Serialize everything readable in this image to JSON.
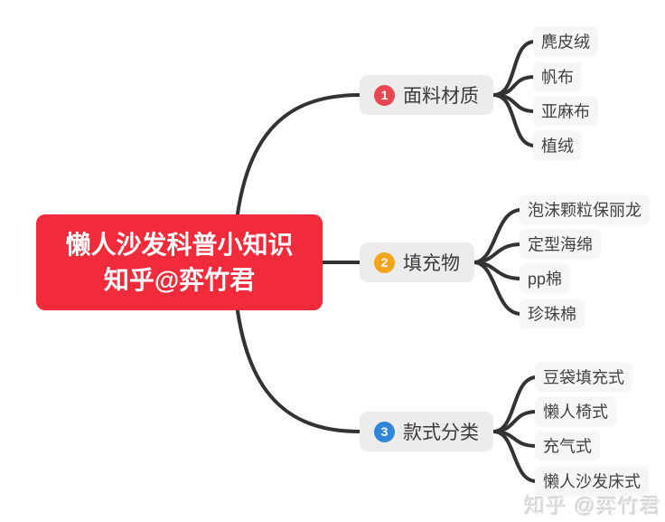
{
  "center_node": {
    "line1": "懒人沙发科普小知识",
    "line2": "知乎@弈竹君"
  },
  "branches": [
    {
      "badge": "1",
      "badge_color": "#E9464F",
      "label": "面料材质",
      "children": [
        "麂皮绒",
        "帆布",
        "亚麻布",
        "植绒"
      ]
    },
    {
      "badge": "2",
      "badge_color": "#F5A41D",
      "label": "填充物",
      "children": [
        "泡沫颗粒保丽龙",
        "定型海绵",
        "pp棉",
        "珍珠棉"
      ]
    },
    {
      "badge": "3",
      "badge_color": "#2F87DC",
      "label": "款式分类",
      "children": [
        "豆袋填充式",
        "懒人椅式",
        "充气式",
        "懒人沙发床式"
      ]
    }
  ],
  "watermark": {
    "text": "知乎 @弈竹君"
  },
  "colors": {
    "center_bg": "#F12B3B",
    "center_text": "#FFFFFF",
    "branch_bg": "#ECECEC",
    "leaf_bg": "#F6F6F6",
    "line": "#333333",
    "node_text": "#3C3C3C",
    "watermark_text": "#DEDEDE"
  }
}
